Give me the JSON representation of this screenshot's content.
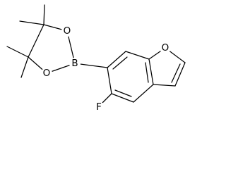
{
  "molecule": {
    "atom_labels": {
      "o_upper_ring": "O",
      "o_lower_ring": "O",
      "boron": "B",
      "o_furan": "O",
      "fluorine": "F"
    }
  }
}
